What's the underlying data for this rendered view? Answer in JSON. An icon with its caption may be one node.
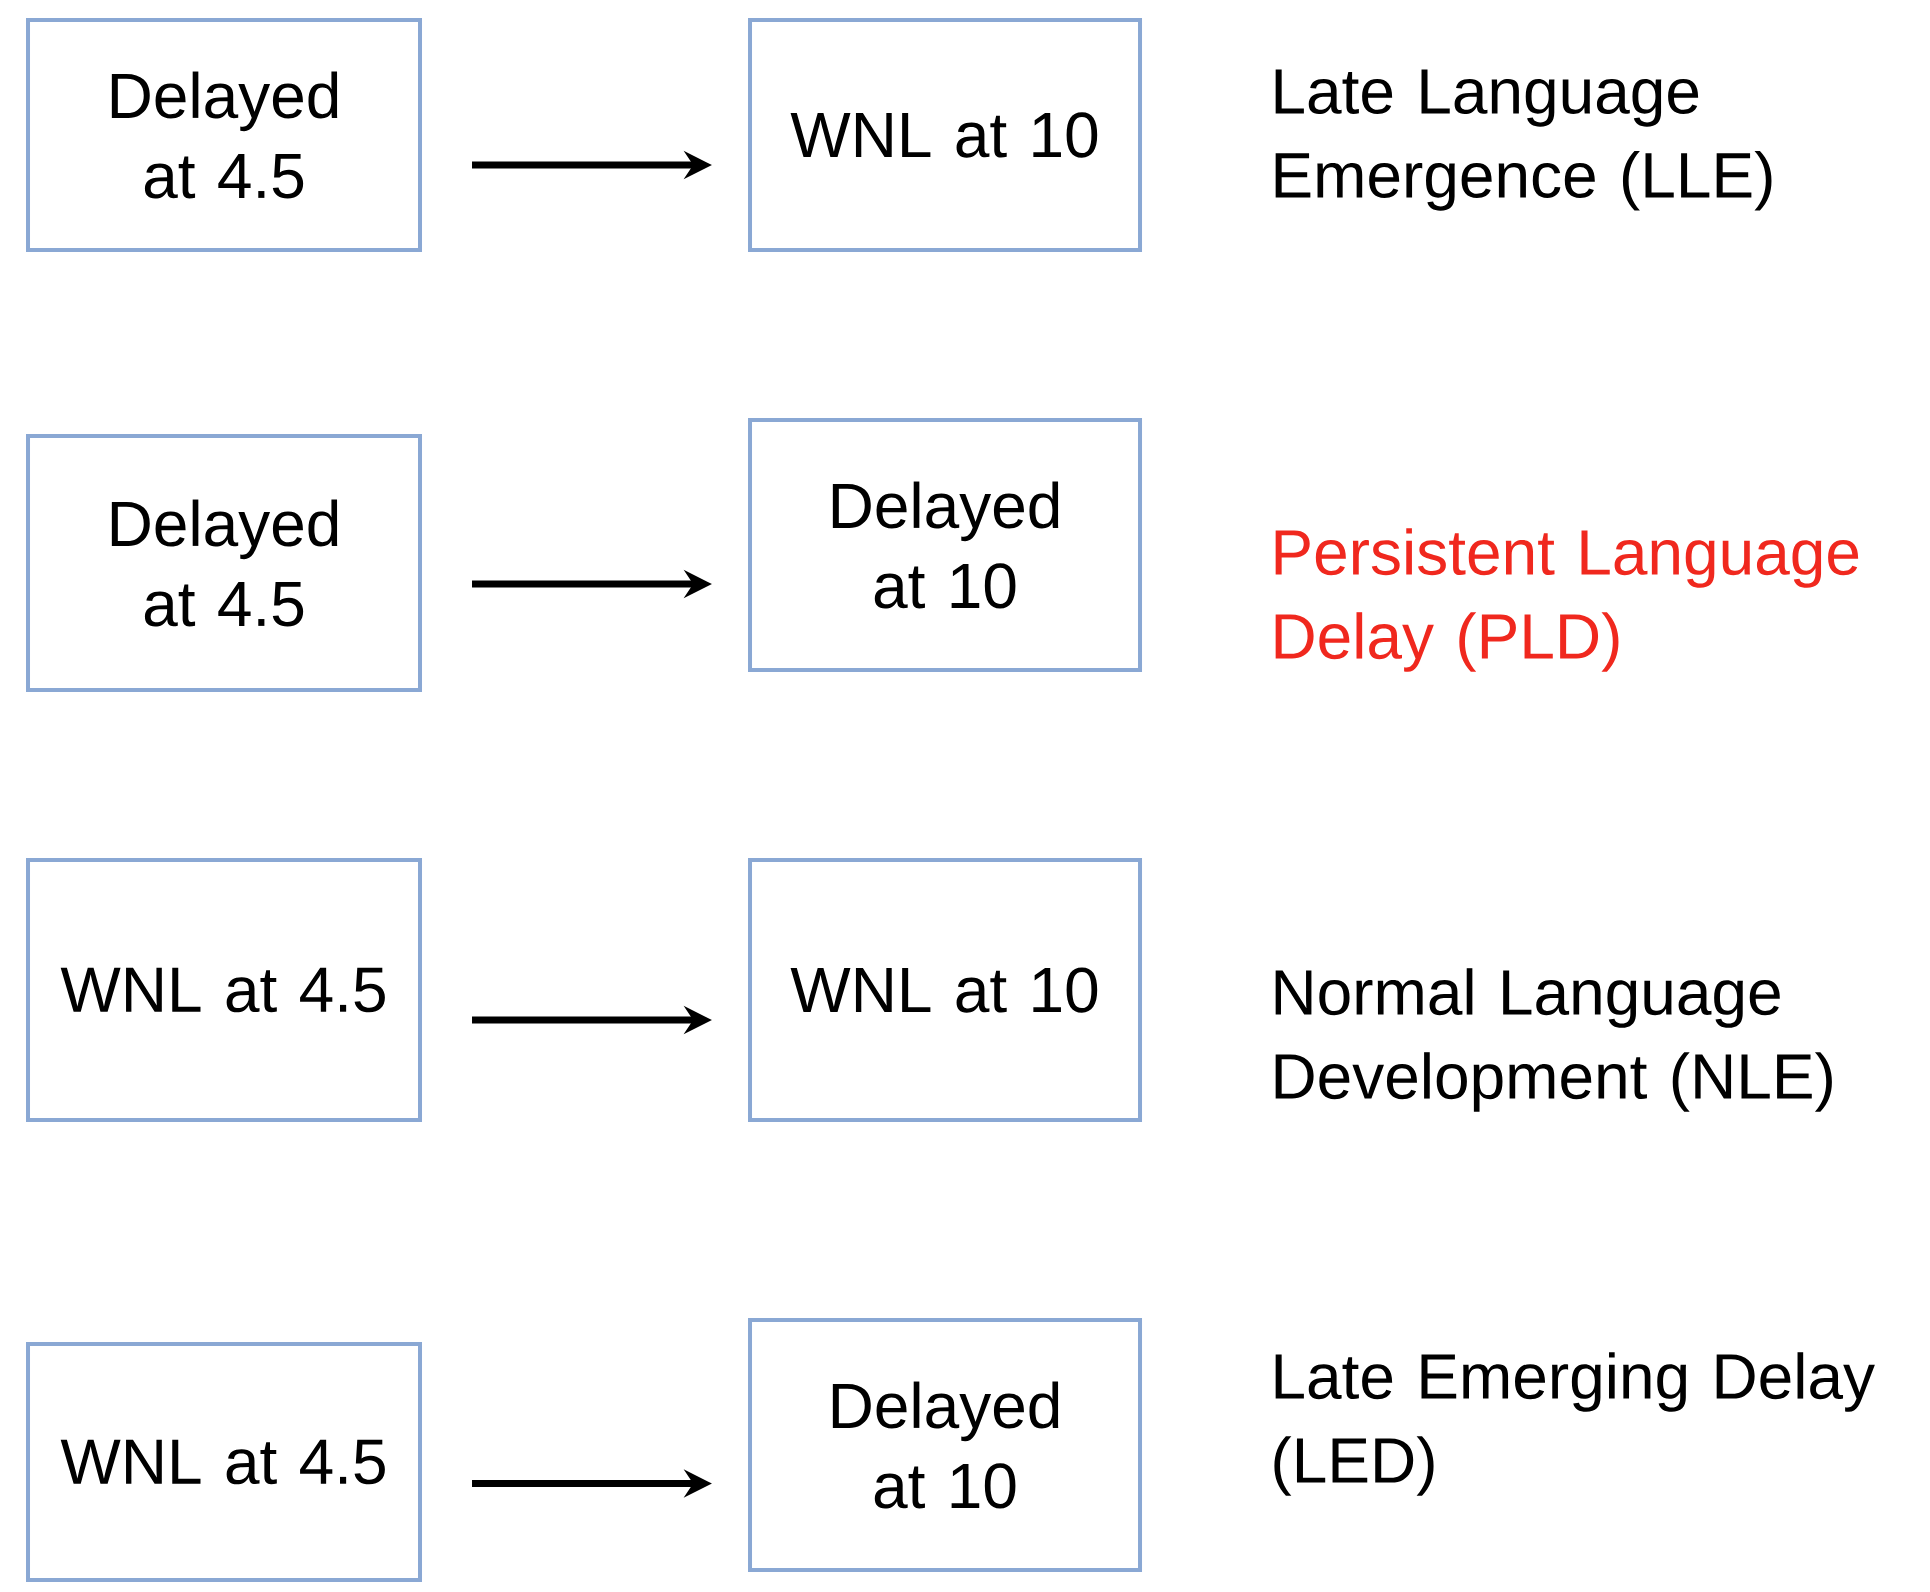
{
  "diagram": {
    "nodes": [
      {
        "text": [
          "Delayed at 4.5"
        ]
      },
      {
        "text": [
          "WNL at 10"
        ]
      },
      {
        "text": [
          "Delayed at 4.5"
        ]
      },
      {
        "text": [
          "Delayed at 10"
        ]
      },
      {
        "text": [
          "WNL at 4.5"
        ]
      },
      {
        "text": [
          "WNL at 10"
        ]
      },
      {
        "text": [
          "WNL at 4.5"
        ]
      },
      {
        "text": [
          "Delayed at 10"
        ]
      }
    ],
    "edges": [
      {
        "from": 0,
        "to": 1,
        "arrow": "to"
      },
      {
        "from": 2,
        "to": 3,
        "arrow": "to"
      },
      {
        "from": 4,
        "to": 5,
        "arrow": "to"
      },
      {
        "from": 6,
        "to": 7,
        "arrow": "to"
      }
    ],
    "labels": [
      "Late Language Emergence (LLE)",
      "Persistent Language Delay (PLD)",
      "Normal Language Development (NLE)",
      "Late Emerging Delay  (LED)"
    ]
  }
}
